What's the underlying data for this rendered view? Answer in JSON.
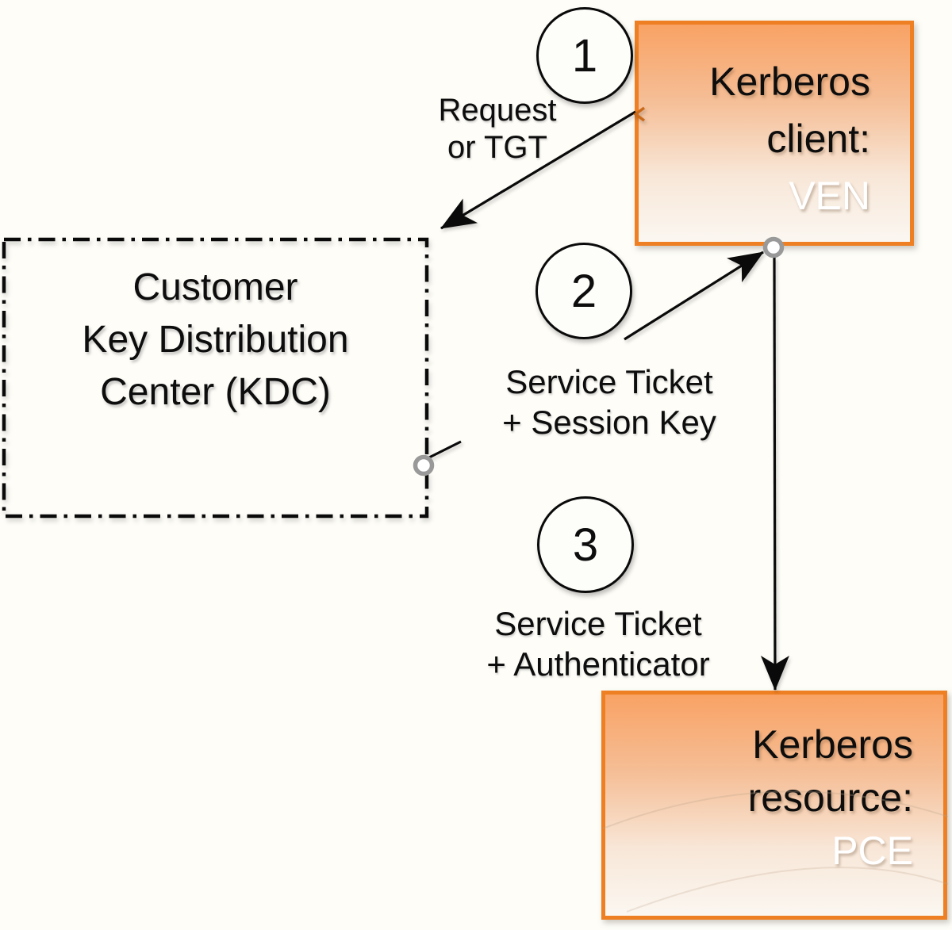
{
  "colors": {
    "background": "#FEFDF8",
    "accent_orange_border": "#EE7F22",
    "box_gradient_top": "#F9A264",
    "box_gradient_bottom": "#FBF7F1",
    "ink_black": "#0A0A0A",
    "connection_ring_gray": "#999999",
    "highlight_text_white": "#FFFFFF"
  },
  "nodes": {
    "kdc": {
      "line1": "Customer",
      "line2": "Key Distribution",
      "line3": "Center (KDC)"
    },
    "client": {
      "line1": "Kerberos",
      "line2": "client:",
      "name": "VEN"
    },
    "resource": {
      "line1": "Kerberos",
      "line2": "resource:",
      "name": "PCE"
    }
  },
  "steps": {
    "one": {
      "number": "1",
      "label_line1": "Request",
      "label_line2": "or TGT"
    },
    "two": {
      "number": "2",
      "label_line1": "Service Ticket",
      "label_line2": "+ Session Key"
    },
    "three": {
      "number": "3",
      "label_line1": "Service Ticket",
      "label_line2": "+ Authenticator"
    }
  }
}
